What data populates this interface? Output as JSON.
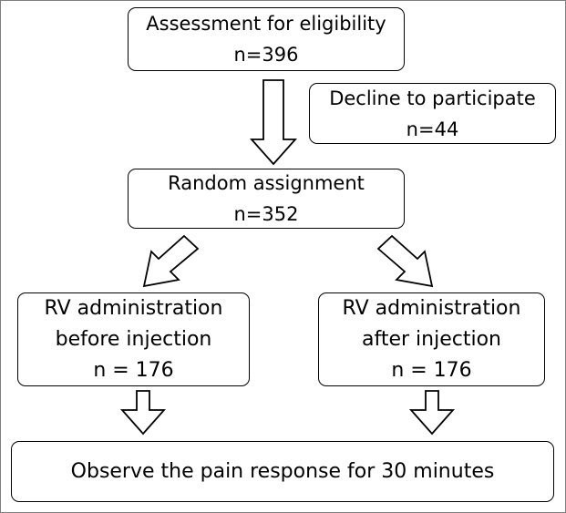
{
  "nodes": {
    "assessment": {
      "label": "Assessment for eligibility",
      "count": "n=396"
    },
    "decline": {
      "label": "Decline to participate",
      "count": "n=44"
    },
    "random": {
      "label": "Random assignment",
      "count": "n=352"
    },
    "before": {
      "line1": "RV administration",
      "line2": "before injection",
      "count": "n = 176"
    },
    "after": {
      "line1": "RV administration",
      "line2": "after injection",
      "count": "n = 176"
    },
    "observe": {
      "label": "Observe the pain response for 30 minutes"
    }
  }
}
